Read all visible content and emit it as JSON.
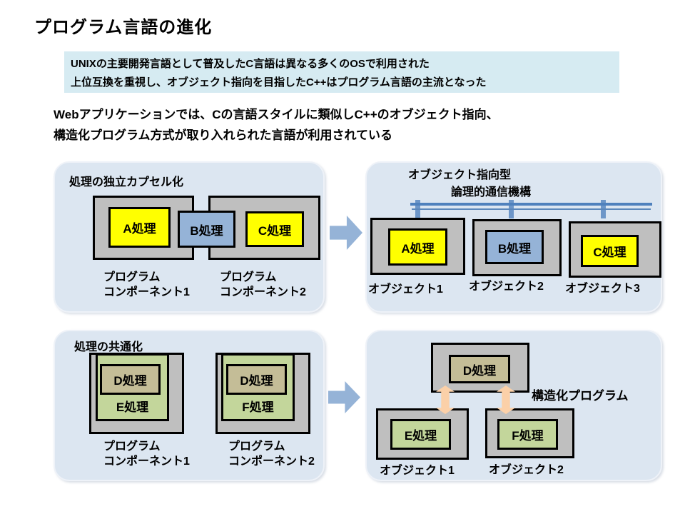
{
  "colors": {
    "panel_bg": "#dce6f1",
    "gray_box": "#bfbfbf",
    "yellow_box": "#ffff00",
    "blue_box": "#95b3d7",
    "tan_box": "#c4bd97",
    "green_box": "#c3d69b",
    "peach_arrow": "#fbd0a8",
    "flow_arrow": "#95b3d7",
    "bus_line": "#4f81bd",
    "intro_bg": "#d6ebf2"
  },
  "title": "プログラム言語の進化",
  "intro": {
    "line1": "UNIXの主要開発言語として普及したC言語は異なる多くのOSで利用された",
    "line2": "上位互換を重視し、オブジェクト指向を目指したC++はプログラム言語の主流となった"
  },
  "body": {
    "line1": "Webアプリケーションでは、Cの言語スタイルに類似しC++のオブジェクト指向、",
    "line2": "構造化プログラム方式が取り入れられた言語が利用されている"
  },
  "panel_encapsulation": {
    "heading": "処理の独立カプセル化",
    "proc_a": "A処理",
    "proc_b": "B処理",
    "proc_c": "C処理",
    "comp1_l1": "プログラム",
    "comp1_l2": "コンポーネント1",
    "comp2_l1": "プログラム",
    "comp2_l2": "コンポーネント2"
  },
  "panel_object_oriented": {
    "heading": "オブジェクト指向型",
    "bus_label": "論理的通信機構",
    "proc_a": "A処理",
    "proc_b": "B処理",
    "proc_c": "C処理",
    "obj1": "オブジェクト1",
    "obj2": "オブジェクト2",
    "obj3": "オブジェクト3"
  },
  "panel_common": {
    "heading": "処理の共通化",
    "comp1_inner": "D処理",
    "comp1_outer": "E処理",
    "comp2_inner": "D処理",
    "comp2_outer": "F処理",
    "comp1_l1": "プログラム",
    "comp1_l2": "コンポーネント1",
    "comp2_l1": "プログラム",
    "comp2_l2": "コンポーネント2"
  },
  "panel_structured": {
    "heading": "構造化プログラム",
    "proc_d": "D処理",
    "proc_e": "E処理",
    "proc_f": "F処理",
    "obj1": "オブジェクト1",
    "obj2": "オブジェクト2"
  }
}
